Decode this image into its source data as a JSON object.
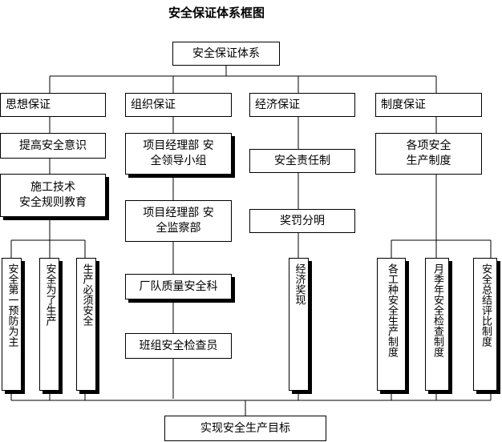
{
  "title": "安全保证体系框图",
  "root": "安全保证体系",
  "bottom": "实现安全生产目标",
  "branches": {
    "thought": "思想保证",
    "org": "组织保证",
    "econ": "经济保证",
    "system": "制度保证"
  },
  "thought": {
    "awareness": "提高安全意识",
    "education": "施工技术\n安全规则教育",
    "leaves": [
      "安全第一预防为主",
      "安全为了生产",
      "生产必须安全"
    ]
  },
  "org": {
    "items": [
      "项目经理部  安\n全领导小组",
      "项目经理部   安\n全监察部",
      "厂队质量安全科",
      "班组安全检查员"
    ]
  },
  "econ": {
    "items": [
      "安全责任制",
      "奖罚分明"
    ],
    "leaf": "经济奖现"
  },
  "system": {
    "items": "各项安全\n生产制度",
    "leaves": [
      "各工种安全生产制度",
      "月季年安全检查制度",
      "安全总结评比制度"
    ]
  }
}
